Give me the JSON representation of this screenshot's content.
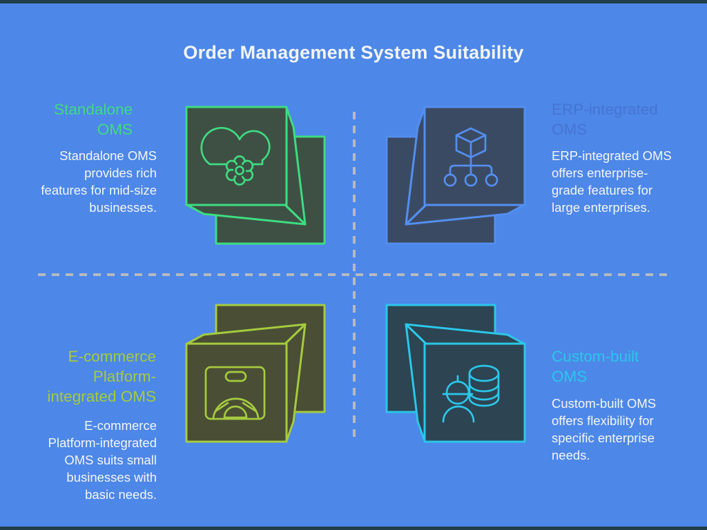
{
  "title": "Order Management System Suitability",
  "palette": {
    "bg": "#4d87e8",
    "strip": "#223e4a",
    "divider": "#b6bac0",
    "text": "#f4f6f8"
  },
  "quadrants": [
    {
      "id": "standalone-oms",
      "title": "Standalone\nOMS",
      "description": "Standalone OMS\nprovides rich\nfeatures for mid-size\nbusinesses.",
      "accent": "#3edc81",
      "fill": "#3e5044",
      "icon": "cloud-gear-icon"
    },
    {
      "id": "erp-integrated-oms",
      "title": "ERP-integrated\nOMS",
      "description": "ERP-integrated OMS\noffers enterprise-\ngrade features for\nlarge enterprises.",
      "accent": "#538ff0",
      "titleColor": "#4674d2",
      "fill": "#3b4a63",
      "icon": "cube-hierarchy-icon"
    },
    {
      "id": "ecommerce-platform-integrated-oms",
      "title": "E-commerce\nPlatform-\nintegrated OMS",
      "description": "E-commerce\nPlatform-integrated\nOMS suits small\nbusinesses with\nbasic needs.",
      "accent": "#a5cb3f",
      "fill": "#4a4e34",
      "icon": "box-gauge-icon"
    },
    {
      "id": "custom-built-oms",
      "title": "Custom-built\nOMS",
      "description": "Custom-built OMS\noffers flexibility for\nspecific enterprise\nneeds.",
      "accent": "#2bc7ea",
      "fill": "#2d4452",
      "icon": "engineer-database-icon"
    }
  ]
}
